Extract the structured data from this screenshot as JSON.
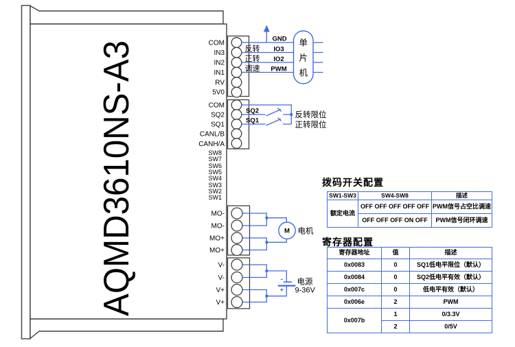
{
  "colors": {
    "wire_blue": "#4169e1",
    "outline_gray": "#3f3f3f",
    "text": "#000000"
  },
  "device": {
    "model": "AQMD3610NS-A3",
    "pins_io": [
      "COM",
      "IN3",
      "IN2",
      "IN1",
      "RV",
      "5V0"
    ],
    "pins_signal": [
      "COM",
      "SQ2",
      "SQ1",
      "CANL/B",
      "CANH/A"
    ],
    "pins_dip": [
      "SW8",
      "SW7",
      "SW6",
      "SW5",
      "SW4",
      "SW3",
      "SW2",
      "SW1"
    ],
    "pins_motor": [
      "MO-",
      "MO-",
      "MO+",
      "MO+"
    ],
    "pins_power": [
      "V-",
      "V-",
      "V+",
      "V+"
    ]
  },
  "mcu": {
    "chars": [
      "单",
      "片",
      "机"
    ],
    "gnd": "GND",
    "io3": "IO3",
    "io2": "IO2",
    "pwm": "PWM",
    "reverse": "反转",
    "forward": "正转",
    "speed": "调速"
  },
  "limits": {
    "sq2": "SQ2",
    "sq1": "SQ1",
    "reverse_label": "反转限位",
    "forward_label": "正转限位"
  },
  "motor": {
    "symbol": "M",
    "label": "电机"
  },
  "power": {
    "label": "电源",
    "range": "9-36V",
    "minus": "-",
    "plus": "+"
  },
  "dip_table": {
    "title": "拨码开关配置",
    "headers": [
      "SW1-SW3",
      "SW4-SW8",
      "描述"
    ],
    "group_label": "额定电流",
    "rows": [
      {
        "sw": "OFF OFF OFF OFF OFF",
        "desc": "PWM信号占空比调速"
      },
      {
        "sw": "OFF OFF OFF ON OFF",
        "desc": "PWM信号闭环调速"
      }
    ]
  },
  "reg_table": {
    "title": "寄存器配置",
    "headers": [
      "寄存器地址",
      "值",
      "描述"
    ],
    "rows": [
      {
        "addr": "0x0083",
        "val": "0",
        "desc": "SQ1低电平限位（默认）"
      },
      {
        "addr": "0x0084",
        "val": "0",
        "desc": "SQ2低电平有效（默认）"
      },
      {
        "addr": "0x007c",
        "val": "0",
        "desc": "低电平有效（默认）"
      },
      {
        "addr": "0x006e",
        "val": "2",
        "desc": "PWM"
      },
      {
        "addr": "0x007b",
        "val": "1",
        "desc": "0/3.3V"
      },
      {
        "val": "2",
        "desc": "0/5V"
      }
    ]
  }
}
